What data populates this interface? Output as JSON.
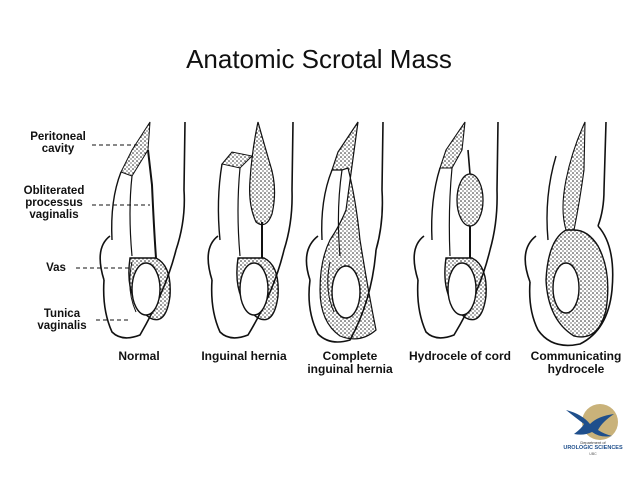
{
  "title": "Anatomic Scrotal Mass",
  "left_labels": {
    "peritoneal_cavity": [
      "Peritoneal",
      "cavity"
    ],
    "obliterated_processus": [
      "Obliterated",
      "processus",
      "vaginalis"
    ],
    "vas": [
      "Vas"
    ],
    "tunica_vaginalis": [
      "Tunica",
      "vaginalis"
    ]
  },
  "panels": [
    {
      "lines": [
        "Normal"
      ]
    },
    {
      "lines": [
        "Inguinal hernia"
      ]
    },
    {
      "lines": [
        "Complete",
        "inguinal hernia"
      ]
    },
    {
      "lines": [
        "Hydrocele of cord"
      ]
    },
    {
      "lines": [
        "Communicating",
        "hydrocele"
      ]
    }
  ],
  "logo": {
    "dept": "Department of",
    "name": "UROLOGIC SCIENCES",
    "sub": "UBC",
    "colors": {
      "bird": "#1f4f8c",
      "disc": "#c9b27a"
    }
  },
  "colors": {
    "ink": "#111111",
    "background": "#ffffff"
  }
}
